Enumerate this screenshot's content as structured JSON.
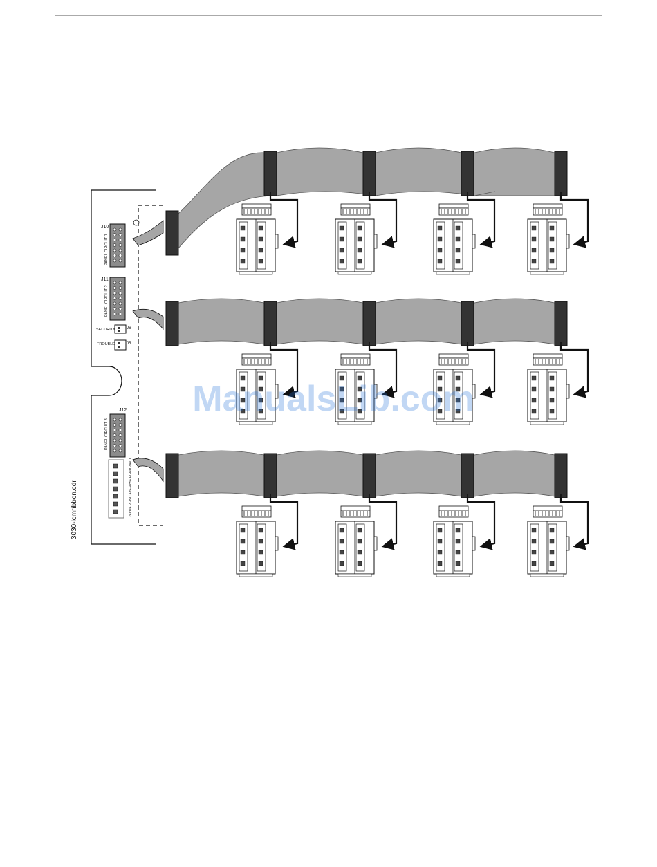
{
  "figure_id": "3030-lcmribbon.cdr",
  "watermark": "ManualsLib.com",
  "panel": {
    "connectors": [
      {
        "id": "J10",
        "label": "PANEL CIRCUIT 1"
      },
      {
        "id": "J11",
        "label": "PANEL CIRCUIT 2"
      },
      {
        "id": "J12",
        "label": "PANEL CIRCUIT 3"
      }
    ],
    "jumpers": [
      {
        "id": "J6",
        "label": "SECURITY"
      },
      {
        "id": "J5",
        "label": "TROUBLE"
      }
    ],
    "terminal_label": "24VUF PGND 485- 485+ PGND 24VU"
  },
  "layout": {
    "rows": 3,
    "modules_per_row": 4
  },
  "colors": {
    "ribbon": "#a6a6a6",
    "connector": "#333333",
    "header": "#8c8c8c",
    "line": "#111111"
  }
}
